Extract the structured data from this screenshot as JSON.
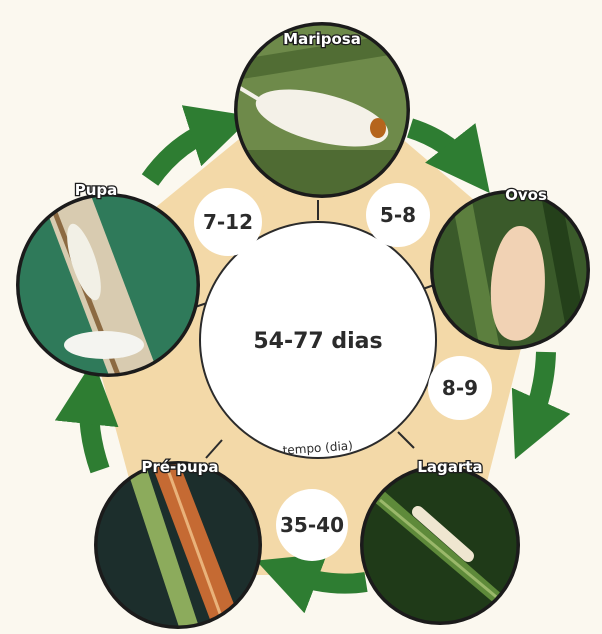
{
  "center": {
    "total": "54-77 dias",
    "unit_label": "tempo (dia)"
  },
  "stages": {
    "adult": {
      "label": "Mariposa"
    },
    "egg": {
      "label": "Ovos"
    },
    "larva": {
      "label": "Lagarta"
    },
    "prepupa": {
      "label": "Pré-pupa"
    },
    "pupa": {
      "label": "Pupa"
    }
  },
  "durations": {
    "adult_to_egg": "5-8",
    "egg_to_larva": "8-9",
    "larva_to_prepupa": "35-40",
    "pupa_to_adult": "7-12"
  },
  "colors": {
    "arrow": "#2e7d32",
    "ring": "#f3d9a8",
    "center": "#ffffff"
  }
}
